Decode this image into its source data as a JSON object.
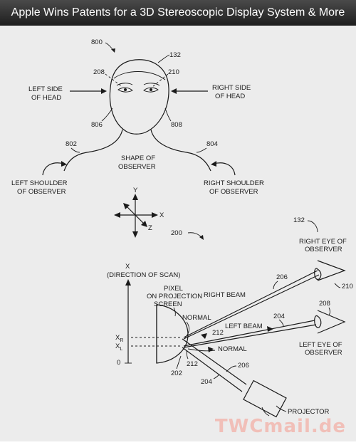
{
  "header": {
    "title": "Apple  Wins Patents for a 3D Stereoscopic Display System & More"
  },
  "figure_top": {
    "ref_800": "800",
    "ref_132": "132",
    "ref_208": "208",
    "ref_210": "210",
    "left_side_line1": "LEFT SIDE",
    "left_side_line2": "OF HEAD",
    "right_side_line1": "RIGHT SIDE",
    "right_side_line2": "OF HEAD",
    "ref_806": "806",
    "ref_808": "808",
    "ref_802": "802",
    "ref_804": "804",
    "shape_line1": "SHAPE OF",
    "shape_line2": "OBSERVER",
    "left_shoulder_line1": "LEFT SHOULDER",
    "left_shoulder_line2": "OF OBSERVER",
    "right_shoulder_line1": "RIGHT SHOULDER",
    "right_shoulder_line2": "OF OBSERVER"
  },
  "axes": {
    "y": "Y",
    "x": "X",
    "z": "Z"
  },
  "figure_bottom": {
    "ref_200": "200",
    "ref_132": "132",
    "right_eye_line1": "RIGHT EYE OF",
    "right_eye_line2": "OBSERVER",
    "x_label": "X",
    "scan_label": "(DIRECTION OF SCAN)",
    "pixel_line1": "PIXEL",
    "pixel_line2": "ON PROJECTION",
    "pixel_line3": "SCREEN",
    "ref_206_top": "206",
    "ref_210": "210",
    "right_beam": "RIGHT BEAM",
    "normal_top": "NORMAL",
    "ref_204_top": "204",
    "ref_208": "208",
    "left_beam": "LEFT BEAM",
    "ref_212_top": "212",
    "xr_base": "X",
    "xr_sub": "R",
    "xl_base": "X",
    "xl_sub": "L",
    "normal_bottom": "NORMAL",
    "left_eye_line1": "LEFT EYE OF",
    "left_eye_line2": "OBSERVER",
    "zero": "0",
    "ref_212_bottom": "212",
    "ref_206_bottom": "206",
    "ref_202": "202",
    "ref_204_bottom": "204",
    "projector": "PROJECTOR"
  },
  "watermark": "TWCmail.de"
}
